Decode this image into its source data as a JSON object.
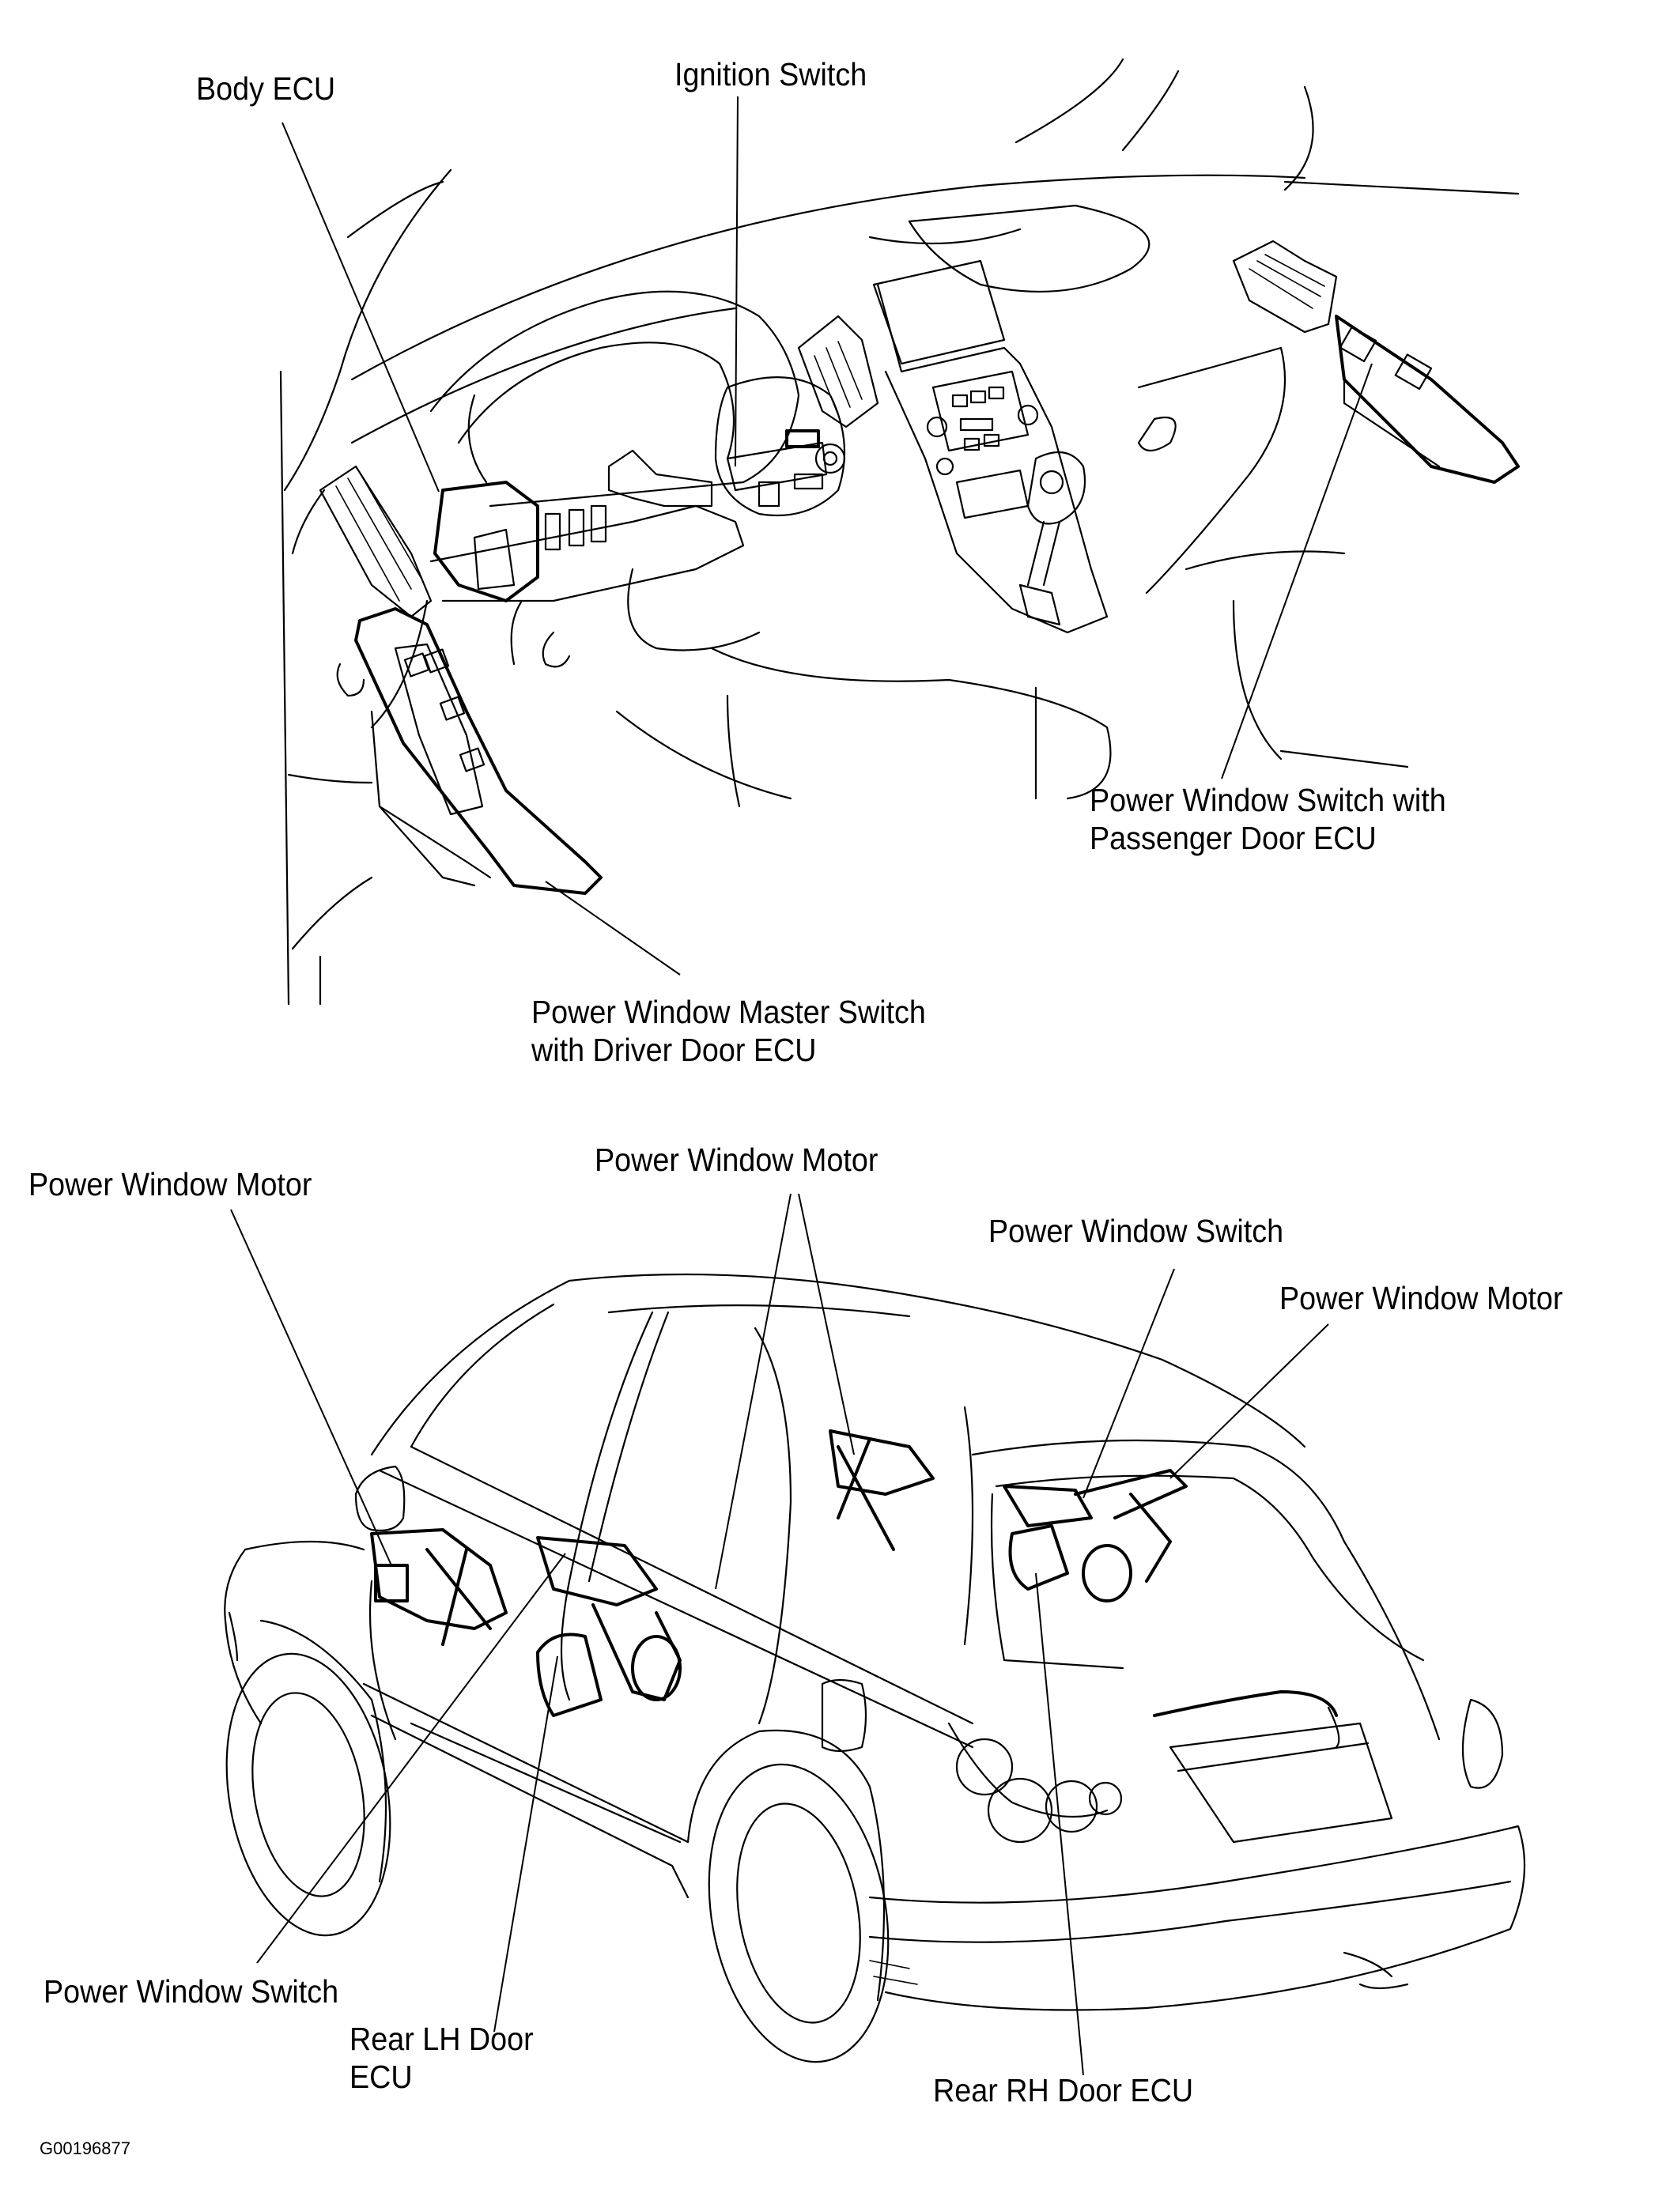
{
  "figure_id": "G00196877",
  "top_view": {
    "labels": {
      "body_ecu": "Body ECU",
      "ignition_switch": "Ignition Switch",
      "passenger_switch_line1": "Power Window Switch with",
      "passenger_switch_line2": "Passenger Door ECU",
      "master_switch_line1": "Power Window Master Switch",
      "master_switch_line2": "with Driver Door ECU"
    }
  },
  "bottom_view": {
    "labels": {
      "motor_front_left": "Power Window Motor",
      "motor_center": "Power Window Motor",
      "switch_rear_right": "Power Window Switch",
      "motor_rear_right": "Power Window Motor",
      "switch_rear_left": "Power Window Switch",
      "rear_lh_ecu_line1": "Rear LH Door",
      "rear_lh_ecu_line2": "ECU",
      "rear_rh_ecu": "Rear RH Door ECU"
    }
  }
}
